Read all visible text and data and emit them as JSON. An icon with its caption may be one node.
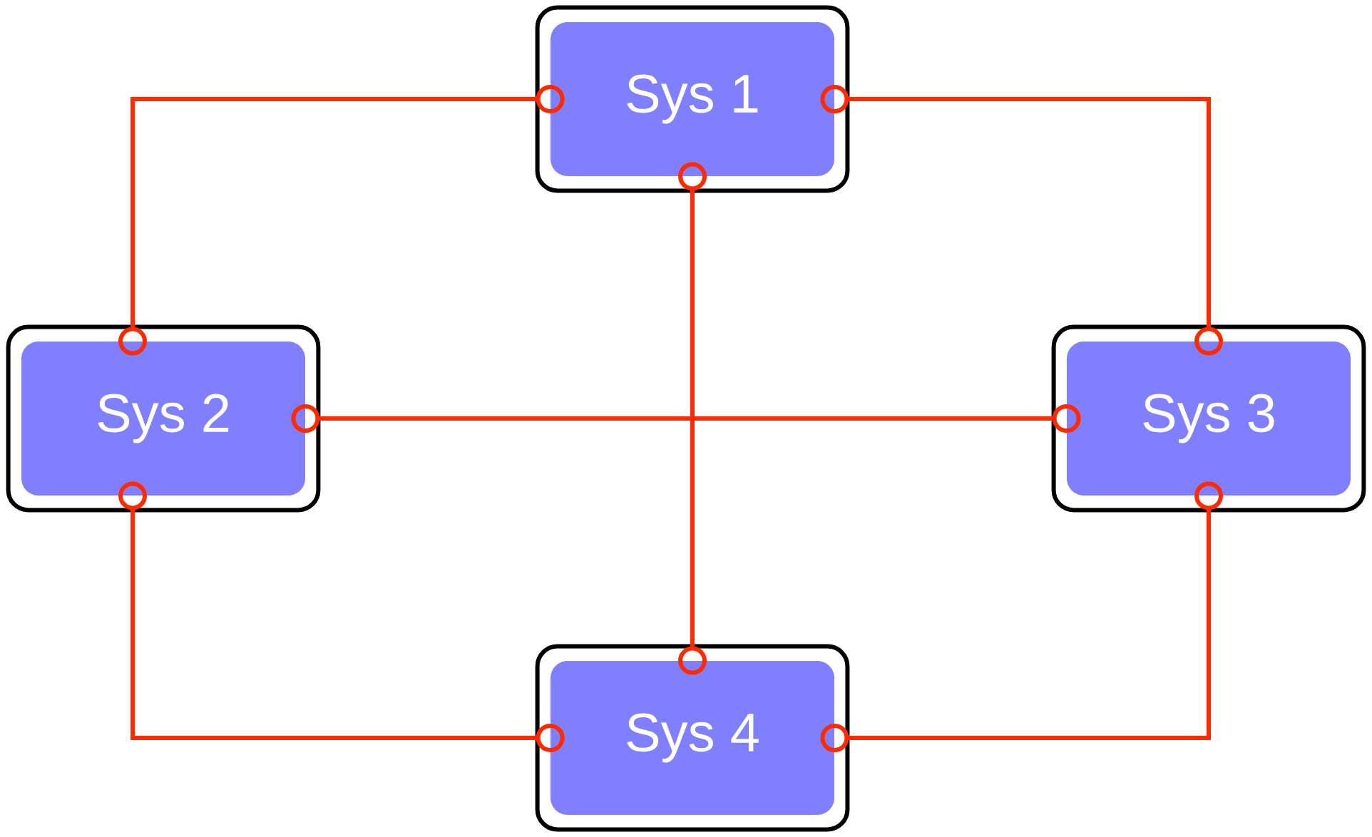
{
  "diagram": {
    "nodes": [
      {
        "text": [
          "Sys 1"
        ]
      },
      {
        "text": [
          "Sys 2"
        ]
      },
      {
        "text": [
          "Sys 3"
        ]
      },
      {
        "text": [
          "Sys 4"
        ]
      }
    ],
    "edges": [
      {
        "from": 0,
        "to": 1,
        "arrow": "other"
      },
      {
        "from": 0,
        "to": 2,
        "arrow": "other"
      },
      {
        "from": 0,
        "to": 3,
        "arrow": "other"
      },
      {
        "from": 1,
        "to": 2,
        "arrow": "other"
      },
      {
        "from": 1,
        "to": 3,
        "arrow": "other"
      },
      {
        "from": 2,
        "to": 3,
        "arrow": "other"
      }
    ]
  }
}
